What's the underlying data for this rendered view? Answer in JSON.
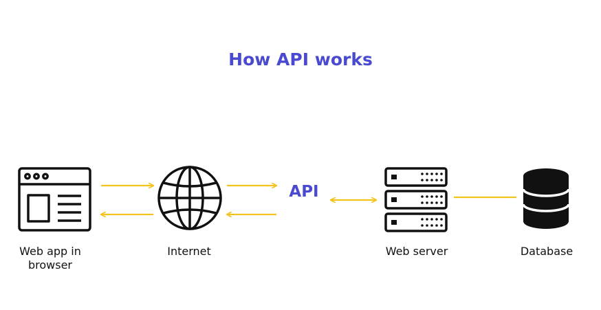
{
  "title": "How API works",
  "api_label": "API",
  "nodes": {
    "browser": "Web app in browser",
    "internet": "Internet",
    "server": "Web server",
    "database": "Database"
  },
  "colors": {
    "title": "#4a4ad0",
    "arrow": "#f2c31b",
    "icon": "#111111"
  },
  "icons": [
    "browser-window-icon",
    "globe-icon",
    "server-rack-icon",
    "database-icon"
  ]
}
